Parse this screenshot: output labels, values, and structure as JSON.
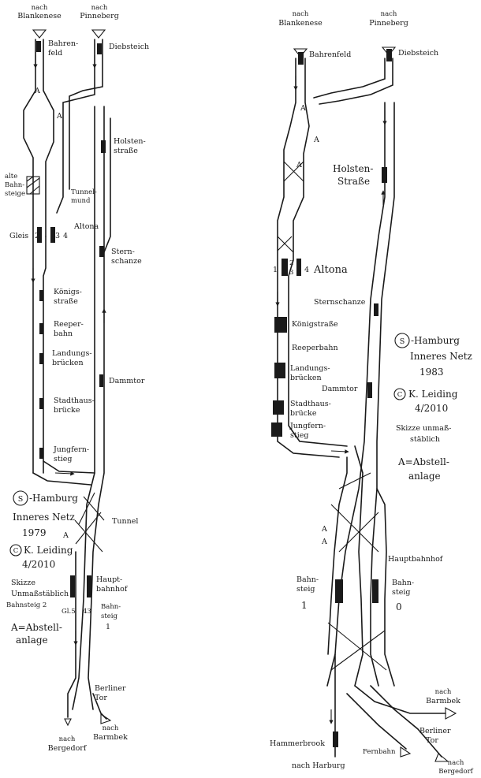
{
  "left": {
    "to_blankenese": [
      "nach",
      "Blankenese"
    ],
    "to_pinneberg": [
      "nach",
      "Pinneberg"
    ],
    "bahrenfeld": [
      "Bahren-",
      "feld"
    ],
    "diebsteich": "Diebsteich",
    "holstenstrasse": [
      "Holsten-",
      "straße"
    ],
    "alte_bahnsteige": [
      "alte",
      "Bahn-",
      "steige"
    ],
    "tunnelmund": [
      "Tunnel-",
      "mund"
    ],
    "gleis": "Gleis",
    "track_2": "2",
    "track_3": "3",
    "track_4": "4",
    "altona": "Altona",
    "sternschanze": [
      "Stern-",
      "schanze"
    ],
    "koenigstrasse": [
      "Königs-",
      "straße"
    ],
    "reeperbahn": [
      "Reeper-",
      "bahn"
    ],
    "landungsbruecken": [
      "Landungs-",
      "brücken"
    ],
    "dammtor": "Dammtor",
    "stadthausbruecke": [
      "Stadthaus-",
      "brücke"
    ],
    "jungfernstieg": [
      "Jungfern-",
      "stieg"
    ],
    "tunnel": "Tunnel",
    "hauptbahnhof": [
      "Haupt-",
      "bahnhof"
    ],
    "bahnsteig_2": "Bahnsteig 2",
    "gl5": "Gl.5",
    "track_43": "43",
    "bahnsteig_1": [
      "Bahn-",
      "steig",
      "1"
    ],
    "berliner_tor": [
      "Berliner",
      "Tor"
    ],
    "to_bergedorf": [
      "nach",
      "Bergedorf"
    ],
    "to_barmbek": [
      "nach",
      "Barmbek"
    ],
    "marker_a": "A"
  },
  "left_legend": {
    "s_symbol": "S",
    "title": "-Hamburg",
    "subtitle": "Inneres Netz",
    "year": "1979",
    "c_symbol": "C",
    "author": "K. Leiding",
    "date": "4/2010",
    "note_1": "Skizze",
    "note_2": "Unmaßstäblich",
    "abstell_1": "A=Abstell-",
    "abstell_2": "anlage"
  },
  "right": {
    "to_blankenese": [
      "nach",
      "Blankenese"
    ],
    "to_pinneberg": [
      "nach",
      "Pinneberg"
    ],
    "bahrenfeld": "Bahrenfeld",
    "diebsteich": "Diebsteich",
    "holstenstrasse": [
      "Holsten-",
      "Straße"
    ],
    "track_1": "1",
    "track_2": "2",
    "track_3": "3",
    "track_4": "4",
    "altona": "Altona",
    "sternschanze": "Sternschanze",
    "koenigstrasse": "Königstraße",
    "reeperbahn": "Reeperbahn",
    "landungsbruecken": [
      "Landungs-",
      "brücken"
    ],
    "dammtor": "Dammtor",
    "stadthausbruecke": [
      "Stadthaus-",
      "brücke"
    ],
    "jungfernstieg": [
      "Jungfern-",
      "stieg"
    ],
    "hauptbahnhof": "Hauptbahnhof",
    "bahnsteig_left": [
      "Bahn-",
      "steig",
      "1"
    ],
    "bahnsteig_right": [
      "Bahn-",
      "steig",
      "0"
    ],
    "hammerbrook": "Hammerbrook",
    "to_harburg": "nach Harburg",
    "fernbahn": "Fernbahn",
    "berliner_tor": [
      "Berliner",
      "Tor"
    ],
    "to_barmbek": [
      "nach",
      "Barmbek"
    ],
    "to_bergedorf": [
      "nach",
      "Bergedorf"
    ],
    "marker_a": "A"
  },
  "right_legend": {
    "s_symbol": "S",
    "title": "-Hamburg",
    "subtitle": "Inneres Netz",
    "year": "1983",
    "c_symbol": "C",
    "author": "K. Leiding",
    "date": "4/2010",
    "note_1": "Skizze unmaß-",
    "note_2": "stäblich",
    "abstell_1": "A=Abstell-",
    "abstell_2": "anlage"
  }
}
